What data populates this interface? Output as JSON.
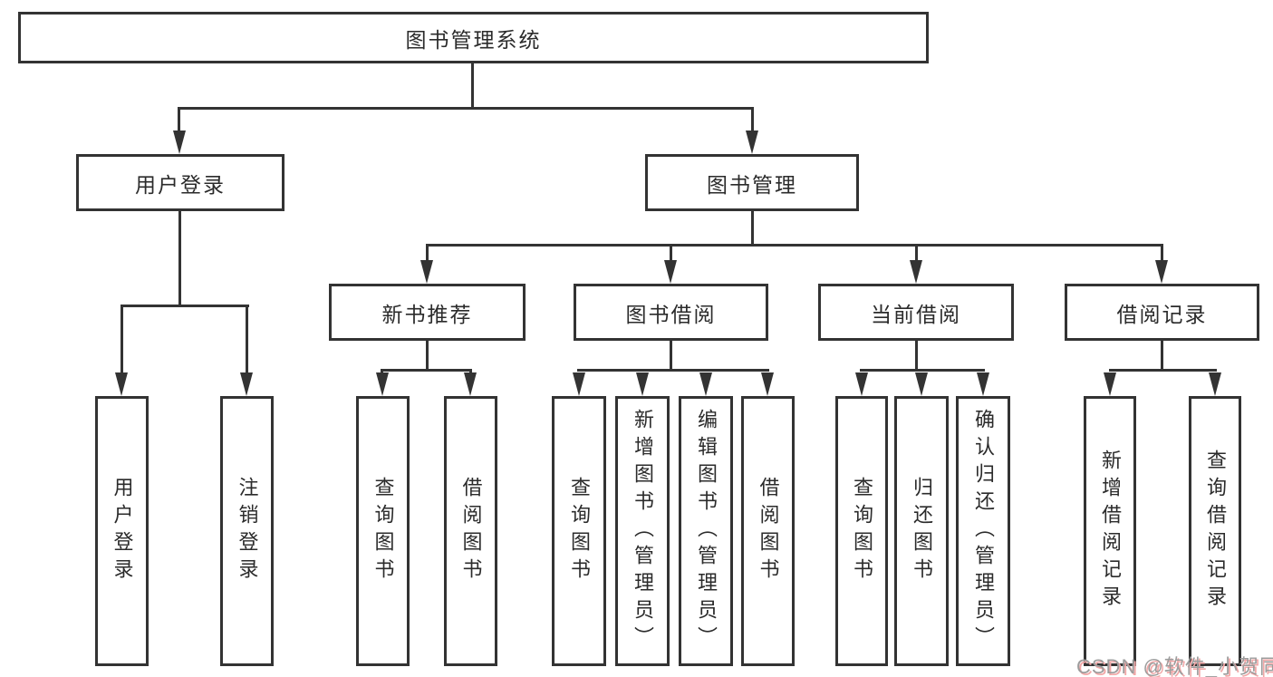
{
  "diagram": {
    "root": {
      "label": "图书管理系统"
    },
    "branches": [
      {
        "label": "用户登录",
        "children": [
          {
            "label": "用户登录"
          },
          {
            "label": "注销登录"
          }
        ]
      },
      {
        "label": "图书管理",
        "children": [
          {
            "label": "新书推荐",
            "children": [
              {
                "label": "查询图书"
              },
              {
                "label": "借阅图书"
              }
            ]
          },
          {
            "label": "图书借阅",
            "children": [
              {
                "label": "查询图书"
              },
              {
                "label": "新增图书（管理员）"
              },
              {
                "label": "编辑图书（管理员）"
              },
              {
                "label": "借阅图书"
              }
            ]
          },
          {
            "label": "当前借阅",
            "children": [
              {
                "label": "查询图书"
              },
              {
                "label": "归还图书"
              },
              {
                "label": "确认归还（管理员）"
              }
            ]
          },
          {
            "label": "借阅记录",
            "children": [
              {
                "label": "新增借阅记录"
              },
              {
                "label": "查询借阅记录"
              }
            ]
          }
        ]
      }
    ]
  },
  "watermark": {
    "text": "CSDN @软件_小贺同学"
  },
  "colors": {
    "line": "#333333",
    "box_border": "#333333",
    "box_fill": "#ffffff",
    "text": "#2b2b2b",
    "background": "#ffffff",
    "watermark_text": "#9c9c9c",
    "watermark_shadow": "#f2a7a7"
  }
}
